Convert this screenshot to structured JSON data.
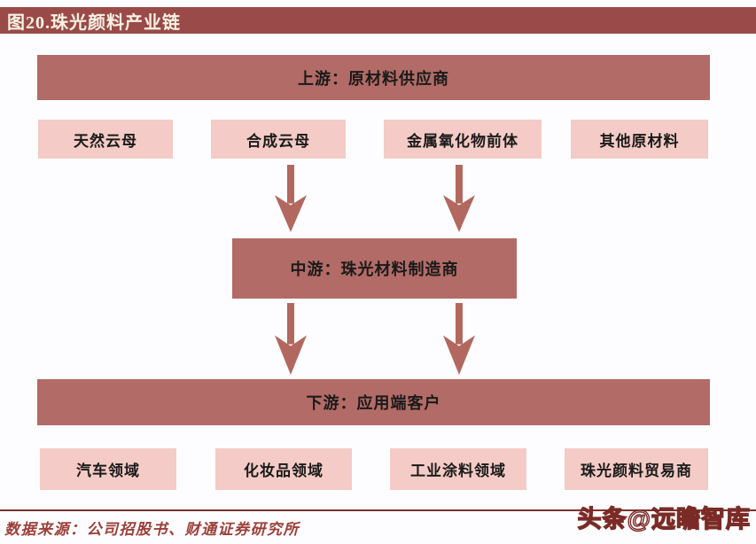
{
  "figure": {
    "title": "图20.珠光颜料产业链",
    "source_note": "数据来源：公司招股书、财通证券研究所",
    "watermark": "头条@远瞻智库"
  },
  "colors": {
    "title_bar_bg": "#9a4a48",
    "title_text": "#f8f1e3",
    "stage_bar_bg": "#b26b66",
    "node_bg": "#f4cbc6",
    "arrow": "#b2685f",
    "text": "#1a1a1a",
    "source_text": "#9c3f38",
    "rule": "#7d322d"
  },
  "diagram": {
    "upstream": {
      "label": "上游：原材料供应商",
      "nodes": [
        "天然云母",
        "合成云母",
        "金属氧化物前体",
        "其他原材料"
      ]
    },
    "midstream": {
      "label": "中游：珠光材料制造商"
    },
    "downstream": {
      "label": "下游：应用端客户",
      "nodes": [
        "汽车领域",
        "化妆品领域",
        "工业涂料领域",
        "珠光颜料贸易商"
      ]
    }
  }
}
